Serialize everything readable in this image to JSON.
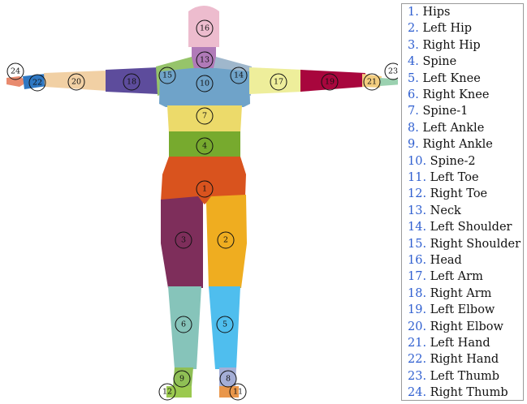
{
  "parts": [
    {
      "id": 1,
      "name": "Hips",
      "color": "#d9531e"
    },
    {
      "id": 2,
      "name": "Left Hip",
      "color": "#efad20"
    },
    {
      "id": 3,
      "name": "Right Hip",
      "color": "#7e2e5b"
    },
    {
      "id": 4,
      "name": "Spine",
      "color": "#77aa2e"
    },
    {
      "id": 5,
      "name": "Left Knee",
      "color": "#4fbeee"
    },
    {
      "id": 6,
      "name": "Right Knee",
      "color": "#86c4ba"
    },
    {
      "id": 7,
      "name": "Spine-1",
      "color": "#ecda6a"
    },
    {
      "id": 8,
      "name": "Left Ankle",
      "color": "#a4aed6"
    },
    {
      "id": 9,
      "name": "Right Ankle",
      "color": "#8fbf55"
    },
    {
      "id": 10,
      "name": "Spine-2",
      "color": "#6fa3c9"
    },
    {
      "id": 11,
      "name": "Left Toe",
      "color": "#e9964a"
    },
    {
      "id": 12,
      "name": "Right Toe",
      "color": "#9bc94f"
    },
    {
      "id": 13,
      "name": "Neck",
      "color": "#b07ab8"
    },
    {
      "id": 14,
      "name": "Left Shoulder",
      "color": "#9fb7cc"
    },
    {
      "id": 15,
      "name": "Right Shoulder",
      "color": "#96c46a"
    },
    {
      "id": 16,
      "name": "Head",
      "color": "#edbcce"
    },
    {
      "id": 17,
      "name": "Left Arm",
      "color": "#eeee9b"
    },
    {
      "id": 18,
      "name": "Right Arm",
      "color": "#5d4c9c"
    },
    {
      "id": 19,
      "name": "Left Elbow",
      "color": "#a8063d"
    },
    {
      "id": 20,
      "name": "Right Elbow",
      "color": "#f1d0a4"
    },
    {
      "id": 21,
      "name": "Left Hand",
      "color": "#f3cd7f"
    },
    {
      "id": 22,
      "name": "Right Hand",
      "color": "#2f78c3"
    },
    {
      "id": 23,
      "name": "Left Thumb",
      "color": "#9bd1b0"
    },
    {
      "id": 24,
      "name": "Right Thumb",
      "color": "#e88a6e"
    }
  ]
}
